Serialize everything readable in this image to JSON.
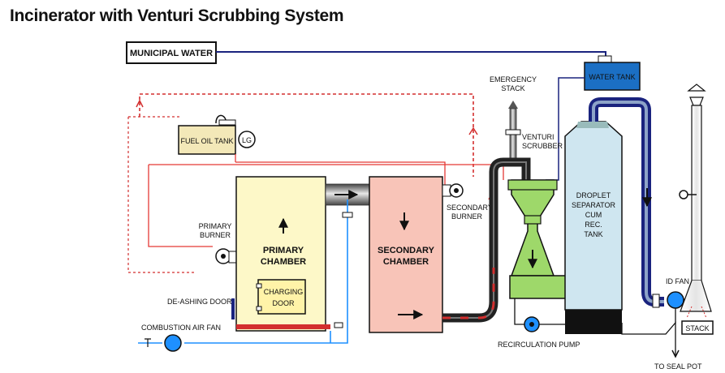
{
  "title": "Incinerator with Venturi Scrubbing System",
  "labels": {
    "municipal_water": "MUNICIPAL WATER",
    "water_tank": "WATER TANK",
    "emergency_stack_1": "EMERGENCY",
    "emergency_stack_2": "STACK",
    "fuel_oil_tank": "FUEL OIL TANK",
    "level_gauge": "LG",
    "venturi_scrubber_1": "VENTURI",
    "venturi_scrubber_2": "SCRUBBER",
    "primary_burner_1": "PRIMARY",
    "primary_burner_2": "BURNER",
    "primary_chamber_1": "PRIMARY",
    "primary_chamber_2": "CHAMBER",
    "charging_door_1": "CHARGING",
    "charging_door_2": "DOOR",
    "secondary_chamber_1": "SECONDARY",
    "secondary_chamber_2": "CHAMBER",
    "secondary_burner_1": "SECONDARY",
    "secondary_burner_2": "BURNER",
    "droplet_separator": [
      "DROPLET",
      "SEPARATOR",
      "CUM",
      "REC.",
      "TANK"
    ],
    "id_fan": "ID FAN",
    "de_ashing_door": "DE-ASHING DOOR",
    "combustion_air_fan": "COMBUSTION AIR FAN",
    "recirculation_pump": "RECIRCULATION PUMP",
    "stack": "STACK",
    "to_seal_pot": "TO SEAL POT"
  },
  "colors": {
    "water_line": "#1a237e",
    "fuel_line": "#e53935",
    "air_line": "#1e90ff",
    "primary_chamber": "#fdf8c8",
    "secondary_chamber": "#f8c4b8",
    "venturi": "#9ed86a",
    "separator": "#cfe6f0",
    "water_tank": "#1b6fc4",
    "fuel_tank": "#f3e8b8"
  }
}
